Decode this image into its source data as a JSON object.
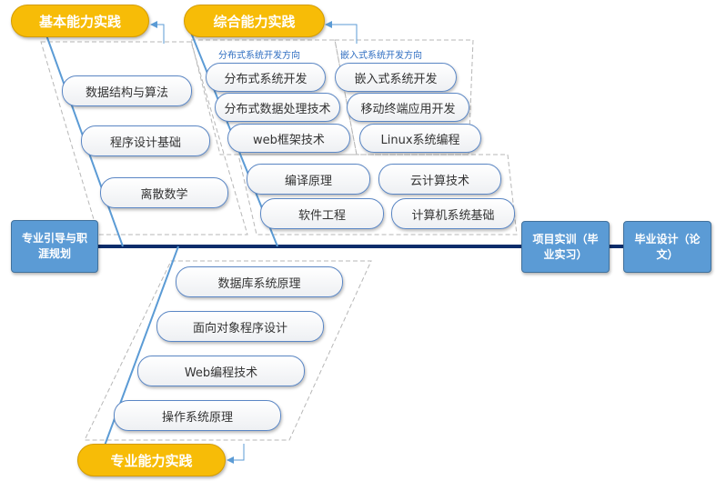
{
  "headers": {
    "basic": "基本能力实践",
    "comprehensive": "综合能力实践",
    "professional": "专业能力实践"
  },
  "subheaders": {
    "distributed": "分布式系统开发方向",
    "embedded": "嵌入式系统开发方向"
  },
  "nodes": {
    "start": "专业引导与职涯规划",
    "project": "项目实训（毕业实习）",
    "thesis": "毕业设计（论文）"
  },
  "basic_courses": [
    "数据结构与算法",
    "程序设计基础",
    "离散数学"
  ],
  "distributed_courses": [
    "分布式系统开发",
    "分布式数据处理技术",
    "web框架技术"
  ],
  "embedded_courses": [
    "嵌入式系统开发",
    "移动终端应用开发",
    "Linux系统编程"
  ],
  "comprehensive_courses": [
    "编译原理",
    "云计算技术",
    "软件工程",
    "计算机系统基础"
  ],
  "professional_courses": [
    "数据库系统原理",
    "面向对象程序设计",
    "Web编程技术",
    "操作系统原理"
  ],
  "colors": {
    "spine": "#0b2d6b",
    "branch": "#5b9bd5",
    "header": "#f7bc07",
    "node": "#5b9bd5",
    "subheader": "#2f6ec1"
  }
}
